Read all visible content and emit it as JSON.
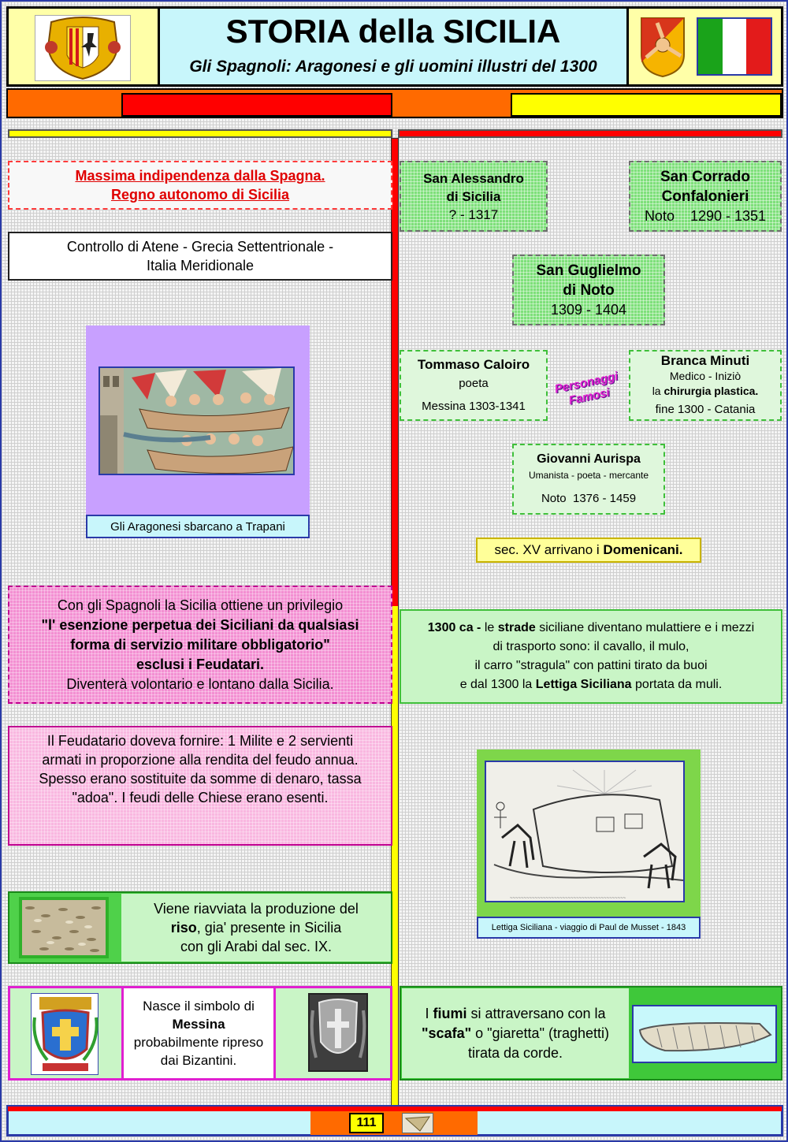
{
  "header": {
    "title": "STORIA della SICILIA",
    "subtitle": "Gli Spagnoli: Aragonesi e gli uomini illustri del 1300",
    "colors": {
      "title_bg": "#c8f6fb",
      "bar_orange": "#ff6a00",
      "bar_red": "#ff0000",
      "bar_yellow": "#ffff00"
    }
  },
  "left": {
    "indep_line1": "Massima indipendenza dalla Spagna.",
    "indep_line2": "Regno autonomo di Sicilia",
    "control_line1": "Controllo di Atene - Grecia Settentrionale -",
    "control_line2": "Italia Meridionale",
    "aragon_caption": "Gli Aragonesi sbarcano a Trapani",
    "privilege_line1": "Con gli Spagnoli la Sicilia ottiene un privilegio",
    "privilege_line2": "\"l' esenzione perpetua dei Siciliani da qualsiasi",
    "privilege_line3": "forma di servizio militare obbligatorio\"",
    "privilege_line4": "esclusi i Feudatari.",
    "privilege_line5": "Diventerà volontario e lontano dalla Sicilia.",
    "feudal_line1": "Il Feudatario doveva fornire: 1 Milite e 2 servienti",
    "feudal_line2": "armati  in proporzione alla rendita del feudo annua.",
    "feudal_line3": "Spesso erano sostituite da somme di denaro, tassa",
    "feudal_line4": "\"adoa\".  I feudi delle Chiese erano esenti.",
    "rice_line1": "Viene riavviata la produzione del",
    "rice_bold": "riso",
    "rice_line2_rest": ", gia' presente in Sicilia",
    "rice_line3": "con gli Arabi dal sec. IX.",
    "messina_line1": "Nasce il simbolo di",
    "messina_bold": "Messina",
    "messina_line3": "probabilmente ripreso",
    "messina_line4": "dai Bizantini."
  },
  "right": {
    "alessandro_name1": "San Alessandro",
    "alessandro_name2": "di Sicilia",
    "alessandro_dates": "? - 1317",
    "corrado_name1": "San Corrado",
    "corrado_name2": "Confalonieri",
    "corrado_dates": "Noto    1290 - 1351",
    "guglielmo_name1": "San Guglielmo",
    "guglielmo_name2": "di Noto",
    "guglielmo_dates": "1309 - 1404",
    "tommaso_name": "Tommaso Caloiro",
    "tommaso_role": "poeta",
    "tommaso_dates": "Messina 1303-1341",
    "famosi_line1": "Personaggi",
    "famosi_line2": "Famosi",
    "branca_name": "Branca Minuti",
    "branca_role1": "Medico - Iniziò",
    "branca_role2_pre": "la ",
    "branca_role2_bold": "chirurgia plastica.",
    "branca_dates": "fine 1300 - Catania",
    "aurispa_name": "Giovanni Aurispa",
    "aurispa_role": "Umanista - poeta - mercante",
    "aurispa_dates": "Noto  1376 - 1459",
    "domenicani_pre": "sec. XV arrivano i ",
    "domenicani_bold": "Domenicani.",
    "strade_b1": "1300 ca - ",
    "strade_t1": "le ",
    "strade_b2": "strade",
    "strade_t2": " siciliane diventano mulattiere e i mezzi",
    "strade_line2": "di trasporto sono: il cavallo, il mulo,",
    "strade_line3": "il carro \"stragula\" con pattini tirato da buoi",
    "strade_line4_pre": "e dal 1300 la ",
    "strade_line4_bold": "Lettiga Siciliana",
    "strade_line4_post": " portata da muli.",
    "lettiga_caption": "Lettiga Siciliana - viaggio di Paul de Musset - 1843",
    "fiumi_line1_pre": "I ",
    "fiumi_line1_bold": "fiumi",
    "fiumi_line1_post": " si attraversano con la",
    "fiumi_line2_bold": "\"scafa\"",
    "fiumi_line2_post": " o \"giaretta\" (traghetti)",
    "fiumi_line3": "tirata da corde."
  },
  "footer": {
    "page_number": "111"
  }
}
